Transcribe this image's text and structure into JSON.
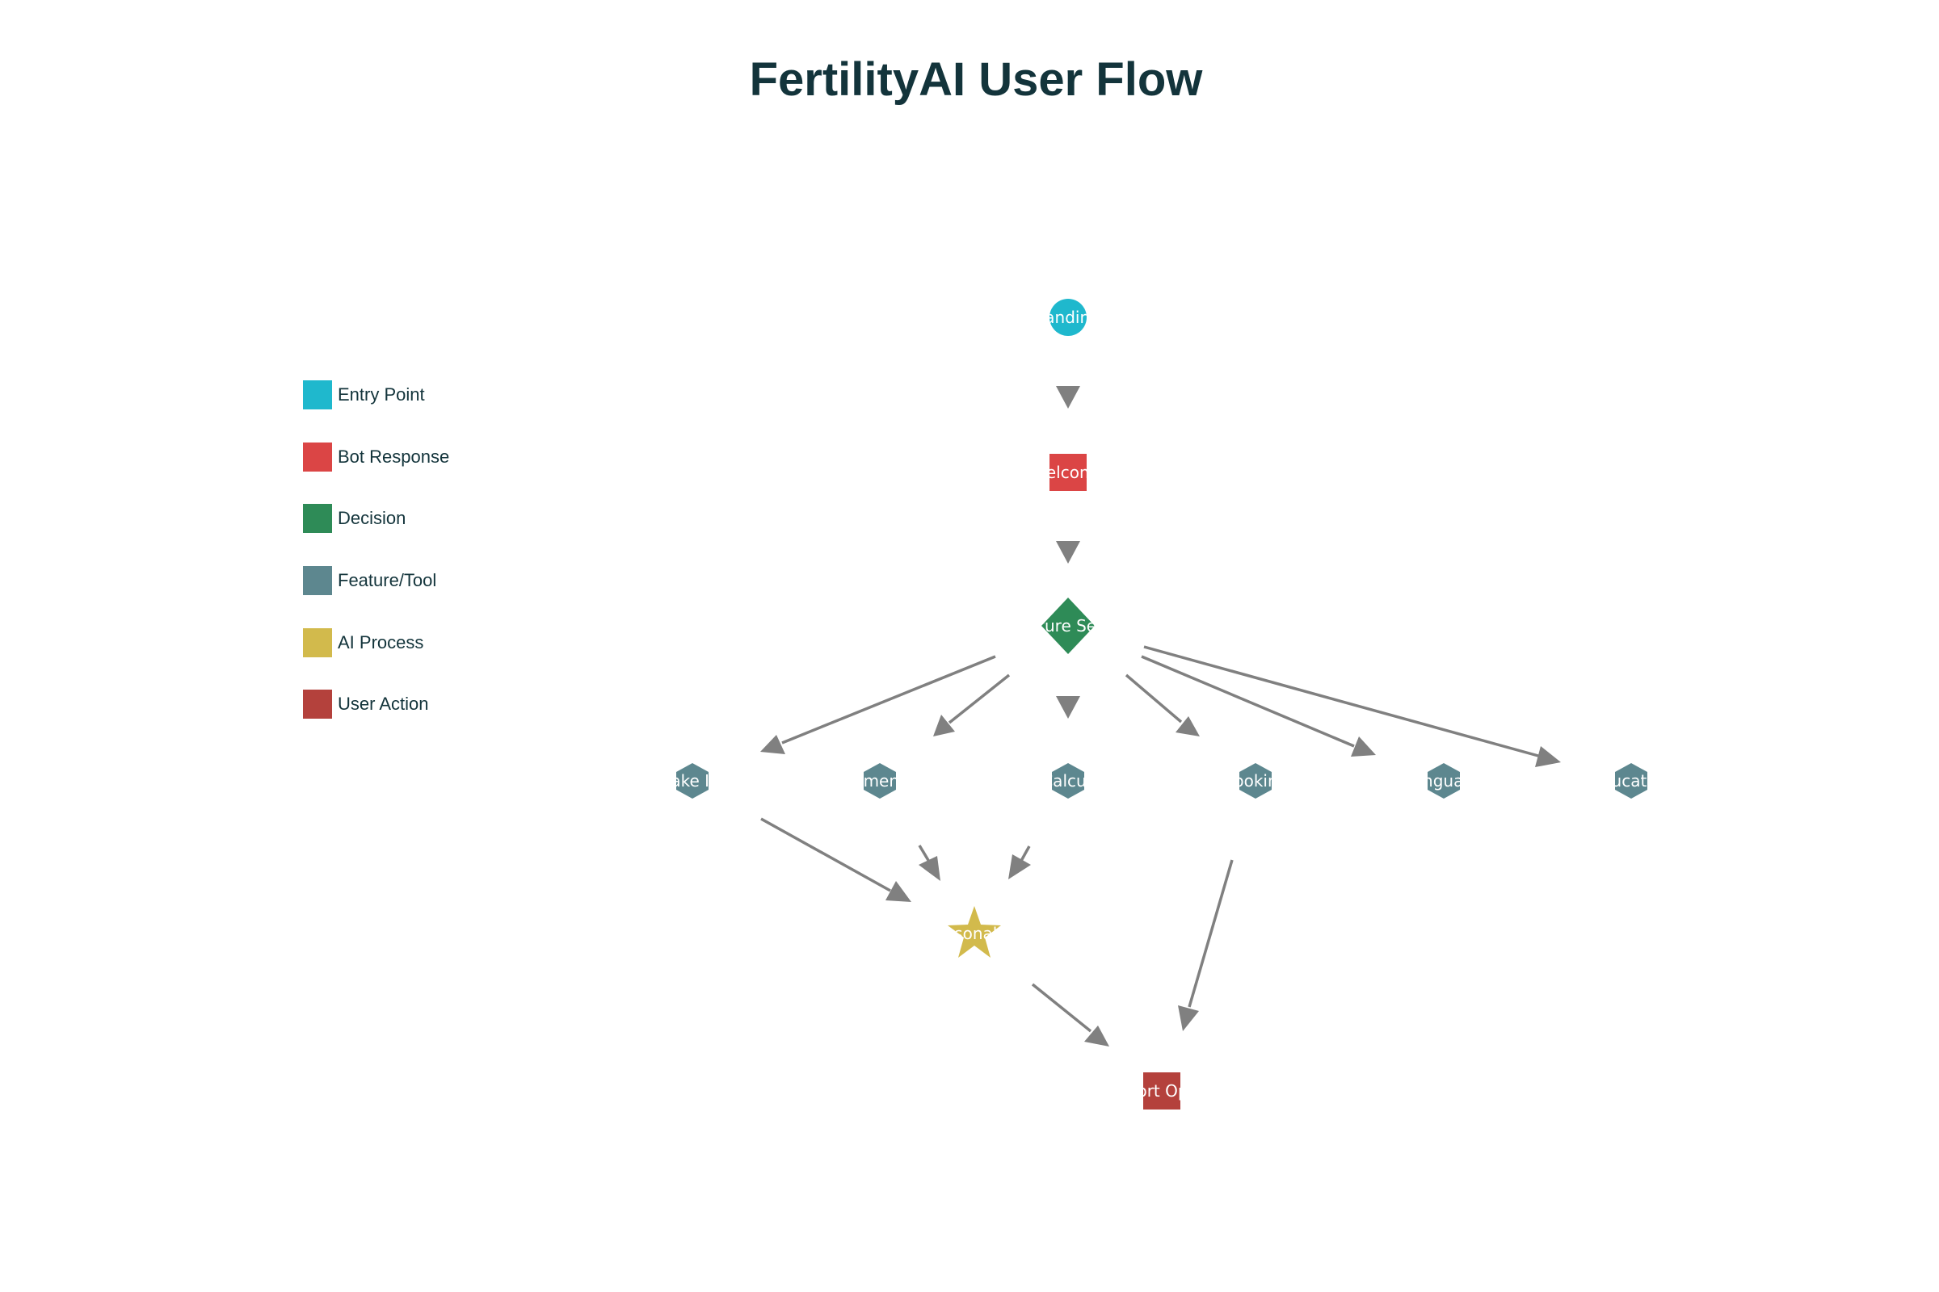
{
  "title": "FertilityAI User Flow",
  "legend": [
    {
      "label": "Entry Point",
      "color": "#1fb8cd"
    },
    {
      "label": "Bot Response",
      "color": "#db4545"
    },
    {
      "label": "Decision",
      "color": "#2e8b57"
    },
    {
      "label": "Feature/Tool",
      "color": "#5d878f"
    },
    {
      "label": "AI Process",
      "color": "#d2ba4c"
    },
    {
      "label": "User Action",
      "color": "#b4413c"
    }
  ],
  "nodes": {
    "landing": {
      "label": "Landing",
      "shape": "circle",
      "color": "#1fb8cd"
    },
    "welcome": {
      "label": "Welcome",
      "shape": "square",
      "color": "#db4545"
    },
    "feature": {
      "label": "Feature Select",
      "shape": "diamond",
      "color": "#2e8b57"
    },
    "intake": {
      "label": "Intake Info",
      "shape": "hexagon",
      "color": "#5d878f"
    },
    "treatment": {
      "label": "Treatment",
      "shape": "hexagon",
      "color": "#5d878f"
    },
    "calc": {
      "label": "Calculator",
      "shape": "hexagon",
      "color": "#5d878f"
    },
    "booking": {
      "label": "Booking",
      "shape": "hexagon",
      "color": "#5d878f"
    },
    "language": {
      "label": "Language",
      "shape": "hexagon",
      "color": "#5d878f"
    },
    "education": {
      "label": "Education",
      "shape": "hexagon",
      "color": "#5d878f"
    },
    "personal": {
      "label": "Personalize",
      "shape": "star",
      "color": "#d2ba4c"
    },
    "support": {
      "label": "Support Options",
      "shape": "square",
      "color": "#b4413c"
    }
  }
}
